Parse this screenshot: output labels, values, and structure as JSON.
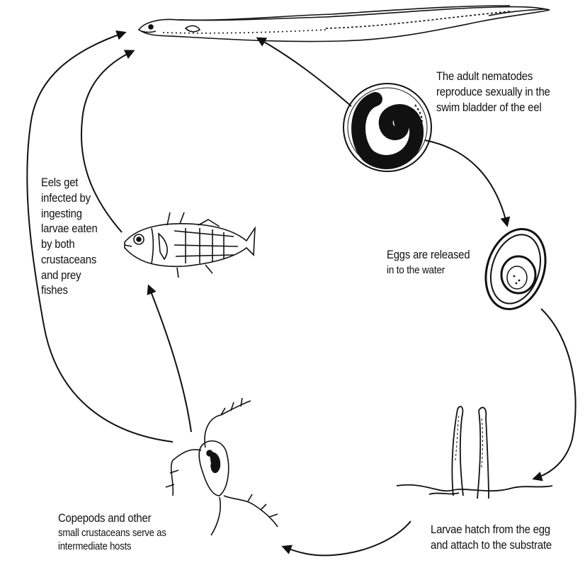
{
  "captions": {
    "adult": [
      "The adult nematodes",
      "reproduce sexually in the",
      "swim bladder of the eel"
    ],
    "eggs": [
      "Eggs are released",
      "in to the water"
    ],
    "larvae": [
      "Larvae hatch from the egg",
      "and attach to the substrate"
    ],
    "copepods": [
      "Copepods and other",
      "small crustaceans serve as",
      "intermediate hosts"
    ],
    "eels": [
      "Eels get",
      "infected by",
      "ingesting",
      "larvae eaten",
      "by both",
      "crustaceans",
      "and prey",
      "fishes"
    ]
  },
  "colors": {
    "ink": "#111111",
    "background": "#ffffff"
  }
}
